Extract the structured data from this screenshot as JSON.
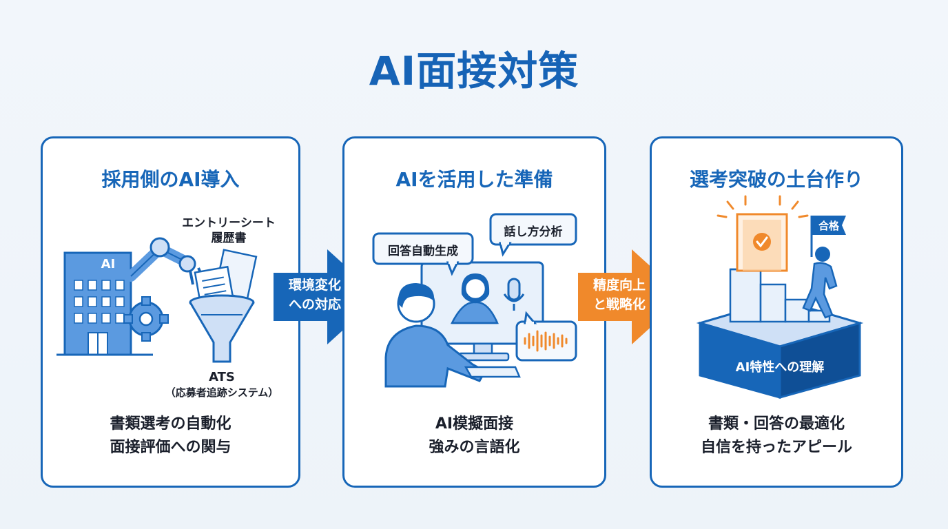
{
  "title": "AI面接対策",
  "cards": [
    {
      "heading": "採用側のAI導入",
      "labels": {
        "building": "AI",
        "docs_line1": "エントリーシート",
        "docs_line2": "履歴書",
        "ats": "ATS",
        "ats_sub": "（応募者追跡システム）"
      },
      "bottom": [
        "書類選考の自動化",
        "面接評価への関与"
      ]
    },
    {
      "heading": "AIを活用した準備",
      "labels": {
        "bubble_left": "回答自動生成",
        "bubble_right": "話し方分析"
      },
      "bottom": [
        "AI模擬面接",
        "強みの言語化"
      ]
    },
    {
      "heading": "選考突破の土台作り",
      "labels": {
        "flag": "合格",
        "base": "AI特性への理解"
      },
      "bottom": [
        "書類・回答の最適化",
        "自信を持ったアピール"
      ]
    }
  ],
  "arrows": [
    {
      "line1": "環境変化",
      "line2": "への対応",
      "color": "#1766b8"
    },
    {
      "line1": "精度向上",
      "line2": "と戦略化",
      "color": "#f0892b"
    }
  ],
  "colors": {
    "primary": "#1766b8",
    "light_blue": "#5b9ae0",
    "orange": "#f0892b",
    "text": "#1a1f2b"
  }
}
